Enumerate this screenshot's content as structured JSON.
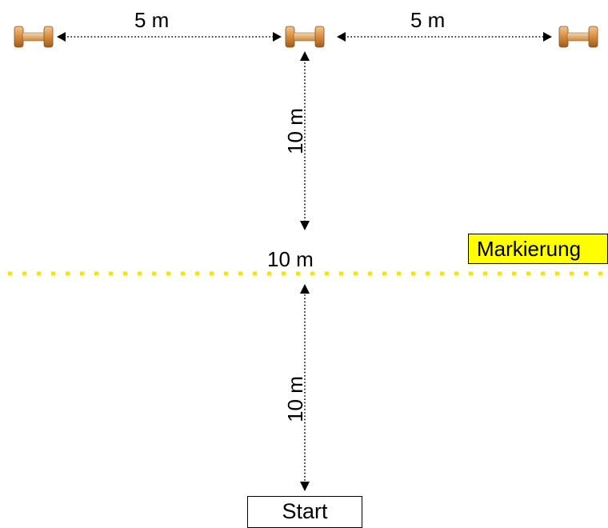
{
  "labels": {
    "top_left_distance": "5 m",
    "top_right_distance": "5 m",
    "upper_vertical_distance": "10 m",
    "line_distance": "10 m",
    "lower_vertical_distance": "10 m",
    "marker_line": "Markierung",
    "start": "Start"
  },
  "colors": {
    "marker_line": "#f5e11c",
    "marker_label_bg": "#ffff00",
    "cone": "#d88d3e",
    "arrow": "#000000"
  },
  "icons": {
    "cone": "dumbbell-cone-icon"
  }
}
